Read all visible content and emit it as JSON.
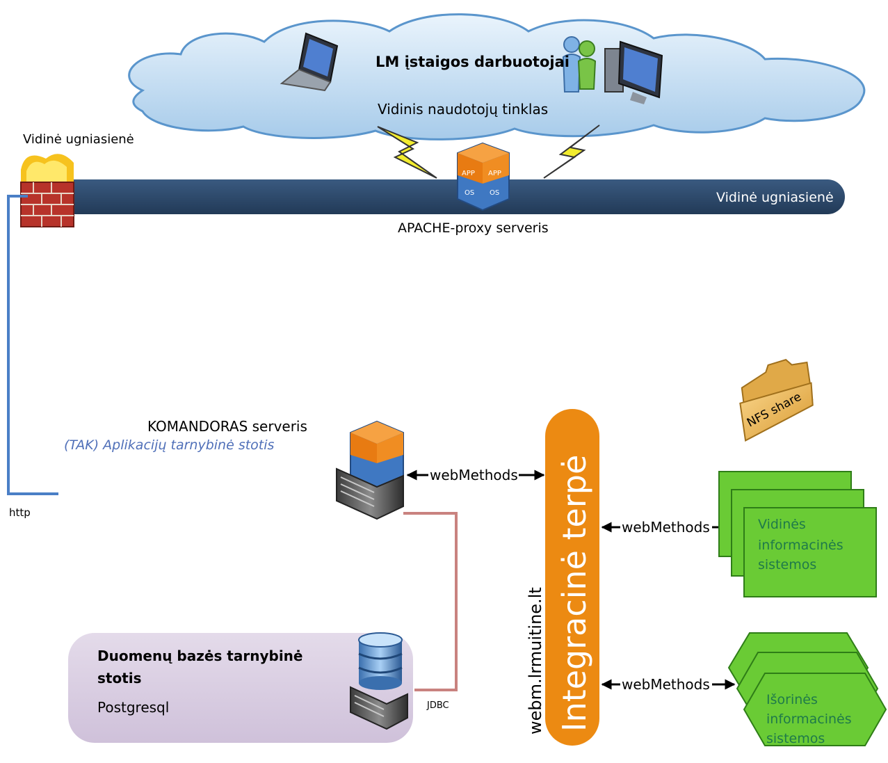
{
  "cloud": {
    "title": "LM įstaigos darbuotojai",
    "network": "Vidinis naudotojų tinklas"
  },
  "firewall": {
    "left_label": "Vidinė ugniasienė",
    "bar_label": "Vidinė ugniasienė"
  },
  "proxy": {
    "label": "APACHE-proxy serveris",
    "badge_app": "APP",
    "badge_os": "OS"
  },
  "link_http": "http",
  "komandoras": {
    "title": "KOMANDORAS serveris",
    "subtitle": "(TAK) Aplikacijų tarnybinė stotis"
  },
  "connectors": {
    "webmethods": "webMethods",
    "jdbc": "JDBC"
  },
  "integration": {
    "label": "Integracinė terpė",
    "host": "webm.lrmuitine.lt"
  },
  "nfs": {
    "label": "NFS share"
  },
  "internal_systems": {
    "lines": [
      "Vidinės",
      "informacinės",
      "sistemos"
    ]
  },
  "external_systems": {
    "lines": [
      "Išorinės",
      "informacinės",
      "sistemos"
    ]
  },
  "database": {
    "title_line1": "Duomenų bazės tarnybinė",
    "title_line2": "stotis",
    "engine": "Postgresql"
  },
  "colors": {
    "cloud_fill": "#bcd9f0",
    "cloud_edge": "#5a95cc",
    "network_bar": "#2c4565",
    "http_line": "#4a7fc6",
    "jdbc_line": "#c9827f",
    "integration_fill": "#ec8a12",
    "system_fill": "#6acb35",
    "system_edge": "#2e7d17",
    "db_panel": "#d9cde1",
    "subtitle_blue": "#4f6fb8"
  }
}
